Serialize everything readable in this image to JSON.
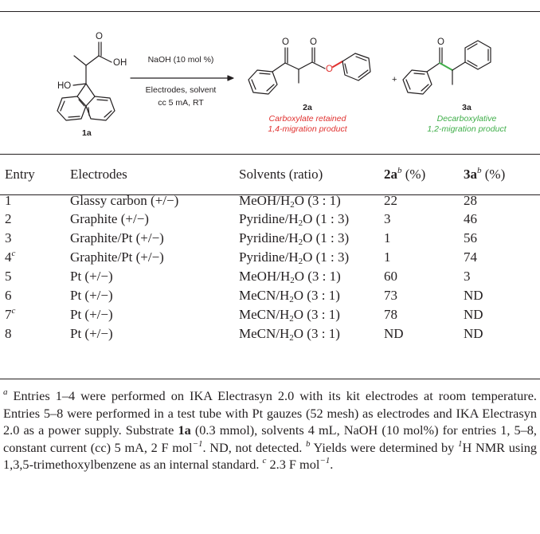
{
  "scheme": {
    "reactant": {
      "label": "1a",
      "oh_label": "OH",
      "ho_label": "HO",
      "o_label": "O"
    },
    "conditions": {
      "line1": "NaOH (10 mol %)",
      "line2": "Electrodes, solvent",
      "line3": "cc 5 mA, RT"
    },
    "product_a": {
      "label": "2a",
      "caption_line1": "Carboxylate retained",
      "caption_line2": "1,4-migration product",
      "o_label": "O",
      "color": "#e0312f"
    },
    "plus": "+",
    "product_b": {
      "label": "3a",
      "caption_line1": "Decarboxylative",
      "caption_line2": "1,2-migration product",
      "o_label": "O",
      "color": "#3fae49"
    }
  },
  "table": {
    "headers": {
      "entry": "Entry",
      "electrodes": "Electrodes",
      "solvents": "Solvents (ratio)",
      "col_2a": "2a",
      "col_2a_sup": "b",
      "col_2a_unit": " (%)",
      "col_3a": "3a",
      "col_3a_sup": "b",
      "col_3a_unit": " (%)"
    },
    "rows": [
      {
        "entry": "1",
        "entry_sup": "",
        "electrodes": "Glassy carbon (+/−)",
        "solvent_a": "MeOH/H",
        "solvent_sub": "2",
        "solvent_b": "O (3 : 1)",
        "y2a": "22",
        "y3a": "28"
      },
      {
        "entry": "2",
        "entry_sup": "",
        "electrodes": "Graphite (+/−)",
        "solvent_a": "Pyridine/H",
        "solvent_sub": "2",
        "solvent_b": "O (1 : 3)",
        "y2a": "3",
        "y3a": "46"
      },
      {
        "entry": "3",
        "entry_sup": "",
        "electrodes": "Graphite/Pt (+/−)",
        "solvent_a": "Pyridine/H",
        "solvent_sub": "2",
        "solvent_b": "O (1 : 3)",
        "y2a": "1",
        "y3a": "56"
      },
      {
        "entry": "4",
        "entry_sup": "c",
        "electrodes": "Graphite/Pt (+/−)",
        "solvent_a": "Pyridine/H",
        "solvent_sub": "2",
        "solvent_b": "O (1 : 3)",
        "y2a": "1",
        "y3a": "74"
      },
      {
        "entry": "5",
        "entry_sup": "",
        "electrodes": "Pt (+/−)",
        "solvent_a": "MeOH/H",
        "solvent_sub": "2",
        "solvent_b": "O (3 : 1)",
        "y2a": "60",
        "y3a": "3"
      },
      {
        "entry": "6",
        "entry_sup": "",
        "electrodes": "Pt (+/−)",
        "solvent_a": "MeCN/H",
        "solvent_sub": "2",
        "solvent_b": "O (3 : 1)",
        "y2a": "73",
        "y3a": "ND"
      },
      {
        "entry": "7",
        "entry_sup": "c",
        "electrodes": "Pt (+/−)",
        "solvent_a": "MeCN/H",
        "solvent_sub": "2",
        "solvent_b": "O (3 : 1)",
        "y2a": "78",
        "y3a": "ND"
      },
      {
        "entry": "8",
        "entry_sup": "",
        "electrodes": "Pt (+/−)",
        "solvent_a": "MeCN/H",
        "solvent_sub": "2",
        "solvent_b": "O (3 : 1)",
        "y2a": "ND",
        "y3a": "ND"
      }
    ]
  },
  "footnotes": {
    "a_mark": "a",
    "a_text1": " Entries 1–4 were performed on IKA Electrasyn 2.0 with its kit electrodes at room temperature. Entries 5–8 were performed in a test tube with Pt gauzes (52 mesh) as electrodes and IKA Electrasyn 2.0 as a power supply. Substrate ",
    "a_bold": "1a",
    "a_text2": " (0.3 mmol), solvents 4 mL, NaOH (10 mol%) for entries 1, 5–8, constant current (cc) 5 mA, 2 F mol",
    "a_exp": "−1",
    "a_text3": ". ND, not detected. ",
    "b_mark": "b",
    "b_text1": " Yields were determined by ",
    "b_iso": "1",
    "b_text2": "H NMR using 1,3,5-trimethoxylbenzene as an internal standard. ",
    "c_mark": "c",
    "c_text1": " 2.3 F mol",
    "c_exp": "−1",
    "c_text2": "."
  }
}
